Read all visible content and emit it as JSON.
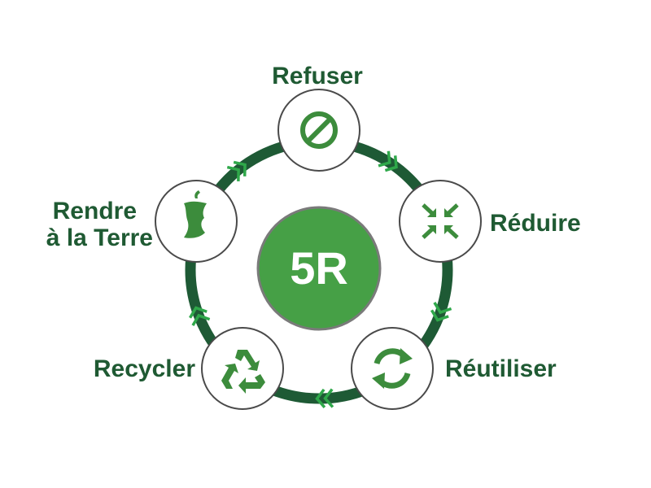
{
  "center": {
    "label": "5R"
  },
  "nodes": [
    {
      "id": "refuser",
      "label": "Refuser",
      "icon": "prohibited-icon"
    },
    {
      "id": "reduire",
      "label": "Réduire",
      "icon": "compress-arrows-icon"
    },
    {
      "id": "reutiliser",
      "label": "Réutiliser",
      "icon": "circular-arrows-icon"
    },
    {
      "id": "recycler",
      "label": "Recycler",
      "icon": "recycle-icon"
    },
    {
      "id": "rendre",
      "label_line1": "Rendre",
      "label_line2": "à la Terre",
      "icon": "apple-core-icon"
    }
  ],
  "colors": {
    "dark_green": "#1f5a33",
    "ring_green": "#1e5a35",
    "light_green": "#46a046",
    "icon_green": "#3c8c3c",
    "chevron_green": "#2fa84a",
    "node_border": "#4a4a4a",
    "center_border": "#7a7a7a"
  }
}
